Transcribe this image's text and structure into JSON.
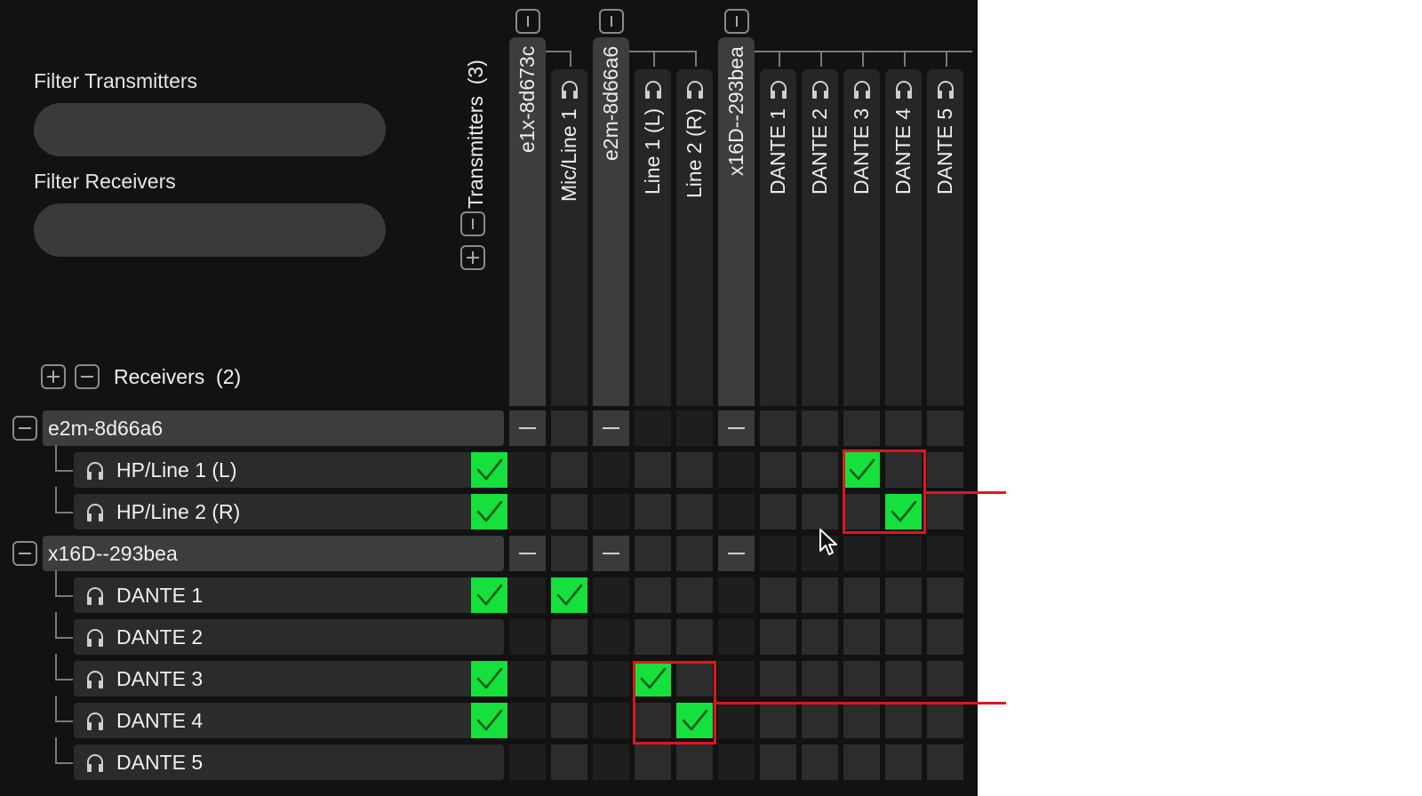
{
  "filters": {
    "transmitters_label": "Filter Transmitters",
    "transmitters_value": "",
    "receivers_label": "Filter Receivers",
    "receivers_value": ""
  },
  "transmitters": {
    "title": "Transmitters",
    "count": "(3)",
    "columns": [
      {
        "label": "e1x-8d673c",
        "kind": "device"
      },
      {
        "label": "Mic/Line 1",
        "kind": "channel"
      },
      {
        "label": "e2m-8d66a6",
        "kind": "device"
      },
      {
        "label": "Line 1 (L)",
        "kind": "channel"
      },
      {
        "label": "Line 2 (R)",
        "kind": "channel"
      },
      {
        "label": "x16D--293bea",
        "kind": "device"
      },
      {
        "label": "DANTE 1",
        "kind": "channel"
      },
      {
        "label": "DANTE 2",
        "kind": "channel"
      },
      {
        "label": "DANTE 3",
        "kind": "channel"
      },
      {
        "label": "DANTE 4",
        "kind": "channel"
      },
      {
        "label": "DANTE 5",
        "kind": "channel"
      }
    ]
  },
  "receivers": {
    "title": "Receivers",
    "count": "(2)",
    "rows": [
      {
        "label": "e2m-8d66a6",
        "kind": "device",
        "subscribed": false
      },
      {
        "label": "HP/Line 1 (L)",
        "kind": "channel",
        "subscribed": true
      },
      {
        "label": "HP/Line 2 (R)",
        "kind": "channel",
        "subscribed": true
      },
      {
        "label": "x16D--293bea",
        "kind": "device",
        "subscribed": false
      },
      {
        "label": "DANTE 1",
        "kind": "channel",
        "subscribed": true
      },
      {
        "label": "DANTE 2",
        "kind": "channel",
        "subscribed": false
      },
      {
        "label": "DANTE 3",
        "kind": "channel",
        "subscribed": true
      },
      {
        "label": "DANTE 4",
        "kind": "channel",
        "subscribed": true
      },
      {
        "label": "DANTE 5",
        "kind": "channel",
        "subscribed": false
      }
    ]
  },
  "routes": [
    {
      "receiver": "HP/Line 1 (L)",
      "transmitter": "DANTE 3"
    },
    {
      "receiver": "HP/Line 2 (R)",
      "transmitter": "DANTE 4"
    },
    {
      "receiver": "DANTE 1",
      "transmitter": "Mic/Line 1"
    },
    {
      "receiver": "DANTE 3",
      "transmitter": "Line 1 (L)"
    },
    {
      "receiver": "DANTE 4",
      "transmitter": "Line 2 (R)"
    }
  ],
  "icons": {
    "channel": "headphones-icon",
    "collapse": "minus-square-icon",
    "expand": "plus-square-icon",
    "device_toggle": "collapse-bar-icon",
    "route": "checkmark-icon"
  },
  "colors": {
    "background": "#121212",
    "subscribed": "#16e03c",
    "highlight": "#e0161c"
  }
}
